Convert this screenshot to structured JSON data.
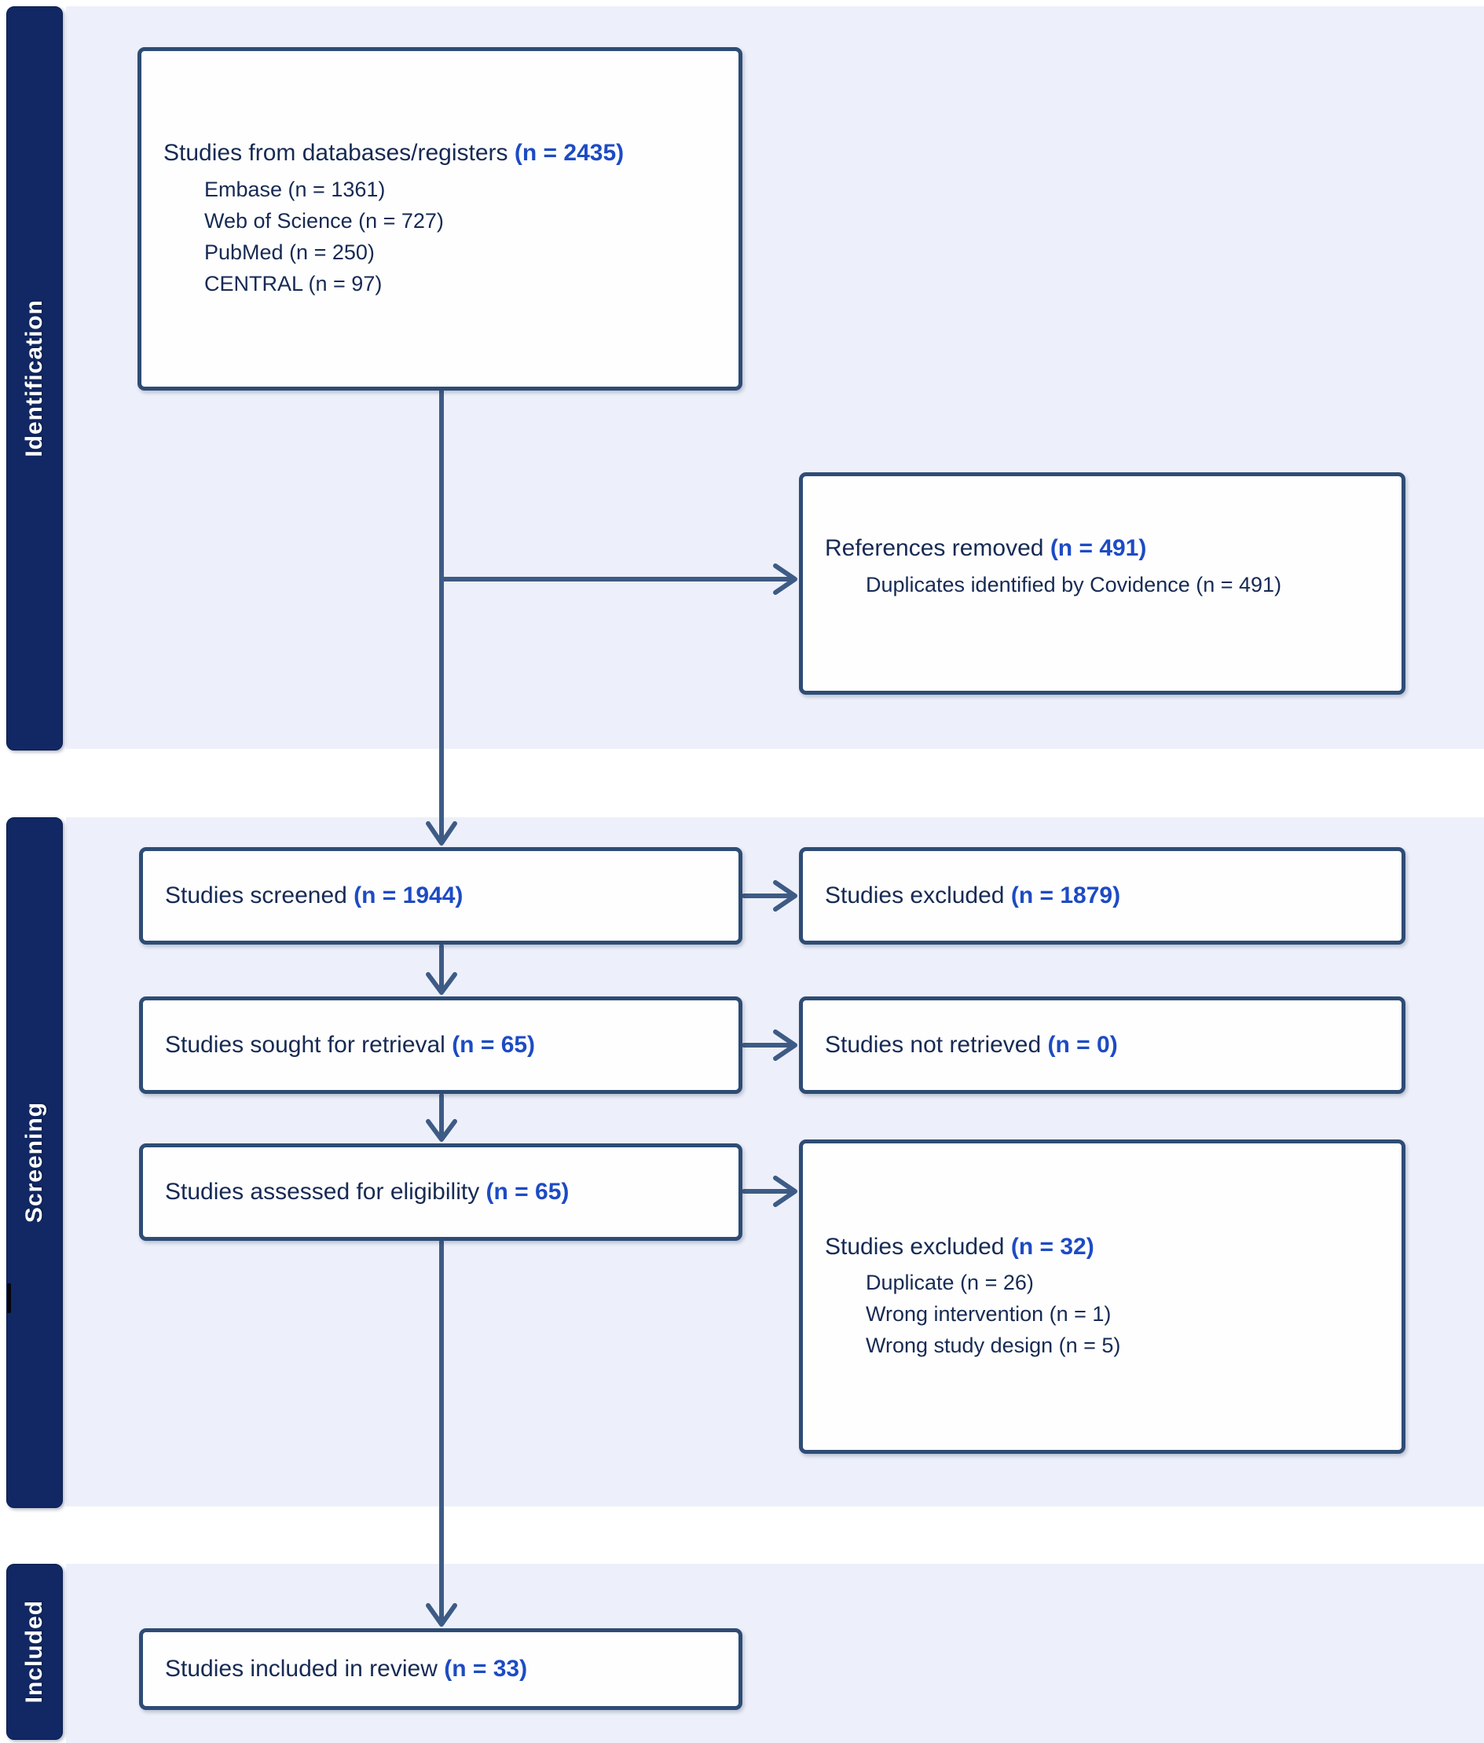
{
  "sidebar": {
    "sections": [
      {
        "label": "Identification"
      },
      {
        "label": "Screening"
      },
      {
        "label": "Included"
      }
    ]
  },
  "boxes": {
    "databases": {
      "text": "Studies from databases/registers ",
      "count": "(n = 2435)",
      "items": [
        "Embase (n = 1361)",
        "Web of Science (n = 727)",
        "PubMed (n = 250)",
        "CENTRAL (n = 97)"
      ]
    },
    "references_removed": {
      "text": "References removed ",
      "count": "(n = 491)",
      "items": [
        "Duplicates identified by Covidence (n = 491)"
      ]
    },
    "screened": {
      "text": "Studies screened ",
      "count": "(n = 1944)"
    },
    "excluded_screening": {
      "text": "Studies excluded ",
      "count": "(n = 1879)"
    },
    "sought": {
      "text": "Studies sought for retrieval ",
      "count": "(n = 65)"
    },
    "not_retrieved": {
      "text": "Studies not retrieved ",
      "count": "(n = 0)"
    },
    "assessed": {
      "text": "Studies assessed for eligibility ",
      "count": "(n = 65)"
    },
    "excluded_eligibility": {
      "text": "Studies excluded ",
      "count": "(n = 32)",
      "items": [
        "Duplicate (n = 26)",
        "Wrong intervention (n = 1)",
        "Wrong study design (n = 5)"
      ]
    },
    "included": {
      "text": "Studies included in review ",
      "count": "(n = 33)"
    }
  },
  "colors": {
    "stage_bar_navy": "#112864",
    "panel_blue": "#edf0fa",
    "box_border": "#2e4c75",
    "text_navy": "#172a54",
    "count_blue": "#1d4bc4",
    "arrow": "#3e5b85"
  }
}
